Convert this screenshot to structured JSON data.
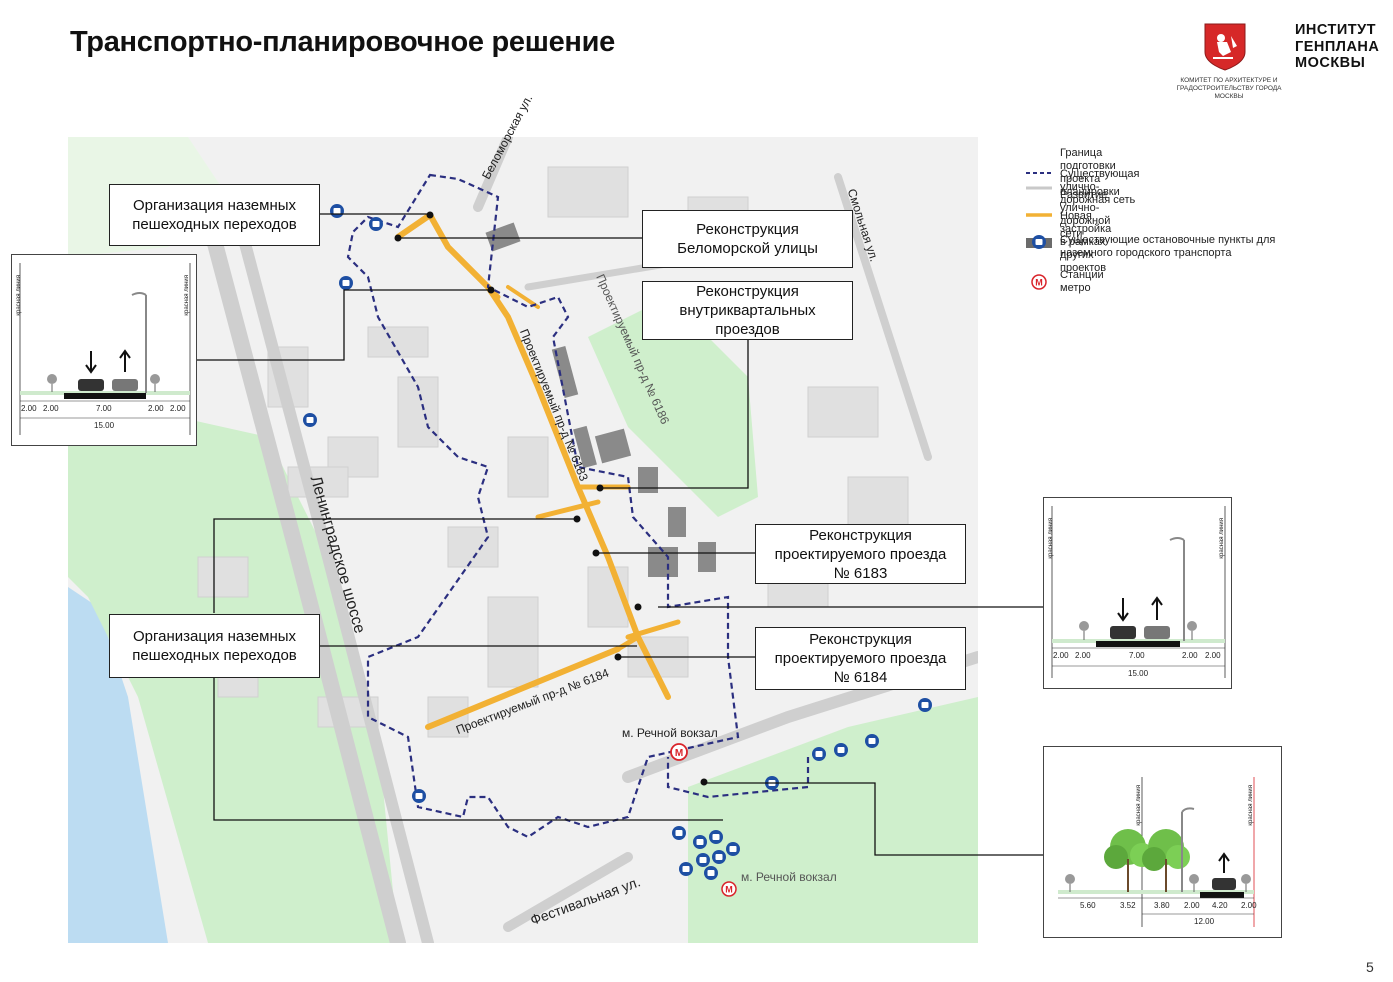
{
  "title": "Транспортно-планировочное решение",
  "logo": {
    "committee": "КОМИТЕТ ПО АРХИТЕКТУРЕ И ГРАДОСТРОИТЕЛЬСТВУ ГОРОДА МОСКВЫ",
    "institute_line1": "ИНСТИТУТ",
    "institute_line2": "ГЕНПЛАНА",
    "institute_line3": "МОСКВЫ"
  },
  "legend": {
    "items": [
      {
        "label": "Граница подготовки проекта планировки",
        "icon": "dashed-boundary-icon",
        "color": "#2b2f80"
      },
      {
        "label": "Существующая улично-дорожная сеть",
        "icon": "existing-road-icon",
        "color": "#c9c9c9"
      },
      {
        "label": "Развитие улично-дорожной сети",
        "icon": "road-development-icon",
        "color": "#f2b134"
      },
      {
        "label": "Новая застройка в рамках других проектов",
        "icon": "new-building-icon",
        "color": "#6b6b6b"
      },
      {
        "label": "Существующие остановочные пункты для наземного городского транспорта",
        "icon": "bus-stop-icon",
        "color": "#1e4fa3"
      },
      {
        "label": "Станции метро",
        "icon": "metro-icon",
        "color": "#d9232a"
      }
    ]
  },
  "callouts": {
    "crossings_top": "Организация наземных пешеходных переходов",
    "belomorskaya": "Реконструкция Беломорской улицы",
    "intra_block": "Реконструкция внутриквартальных проездов",
    "proezd_6183": "Реконструкция проектируемого проезда № 6183",
    "crossings_bottom": "Организация наземных пешеходных переходов",
    "proezd_6184": "Реконструкция проектируемого проезда № 6184"
  },
  "map_labels": {
    "belomorskaya": "Беломорская ул.",
    "smolnaya": "Смольная ул.",
    "proezd_6186": "Проектируемый пр-д № 6186",
    "proezd_6183": "Проектируемый пр-д № 6183",
    "proezd_6184": "Проектируемый пр-д № 6184",
    "leningradskoe": "Ленинградское шоссе",
    "festivalnaya": "Фестивальная ул.",
    "metro_station_1": "м. Речной вокзал",
    "metro_station_2": "м. Речной вокзал"
  },
  "sections": {
    "red_line_label": "красная линия",
    "section_a": {
      "widths": [
        "2.00",
        "2.00",
        "7.00",
        "2.00",
        "2.00"
      ],
      "total": "15.00"
    },
    "section_b": {
      "widths": [
        "2.00",
        "2.00",
        "7.00",
        "2.00",
        "2.00"
      ],
      "total": "15.00"
    },
    "section_c": {
      "widths": [
        "5.60",
        "3.52",
        "3.80",
        "2.00",
        "4.20",
        "2.00"
      ],
      "total": "12.00"
    }
  },
  "page_number": "5",
  "colors": {
    "boundary": "#2b2f80",
    "road_development": "#f2b134",
    "existing_road": "#c9c9c9",
    "green_area": "#cdeec9",
    "water": "#bcdcf2",
    "building": "#e2e2e2",
    "new_building": "#8a8a8a",
    "bus_stop": "#1e4fa3",
    "metro": "#d9232a"
  }
}
